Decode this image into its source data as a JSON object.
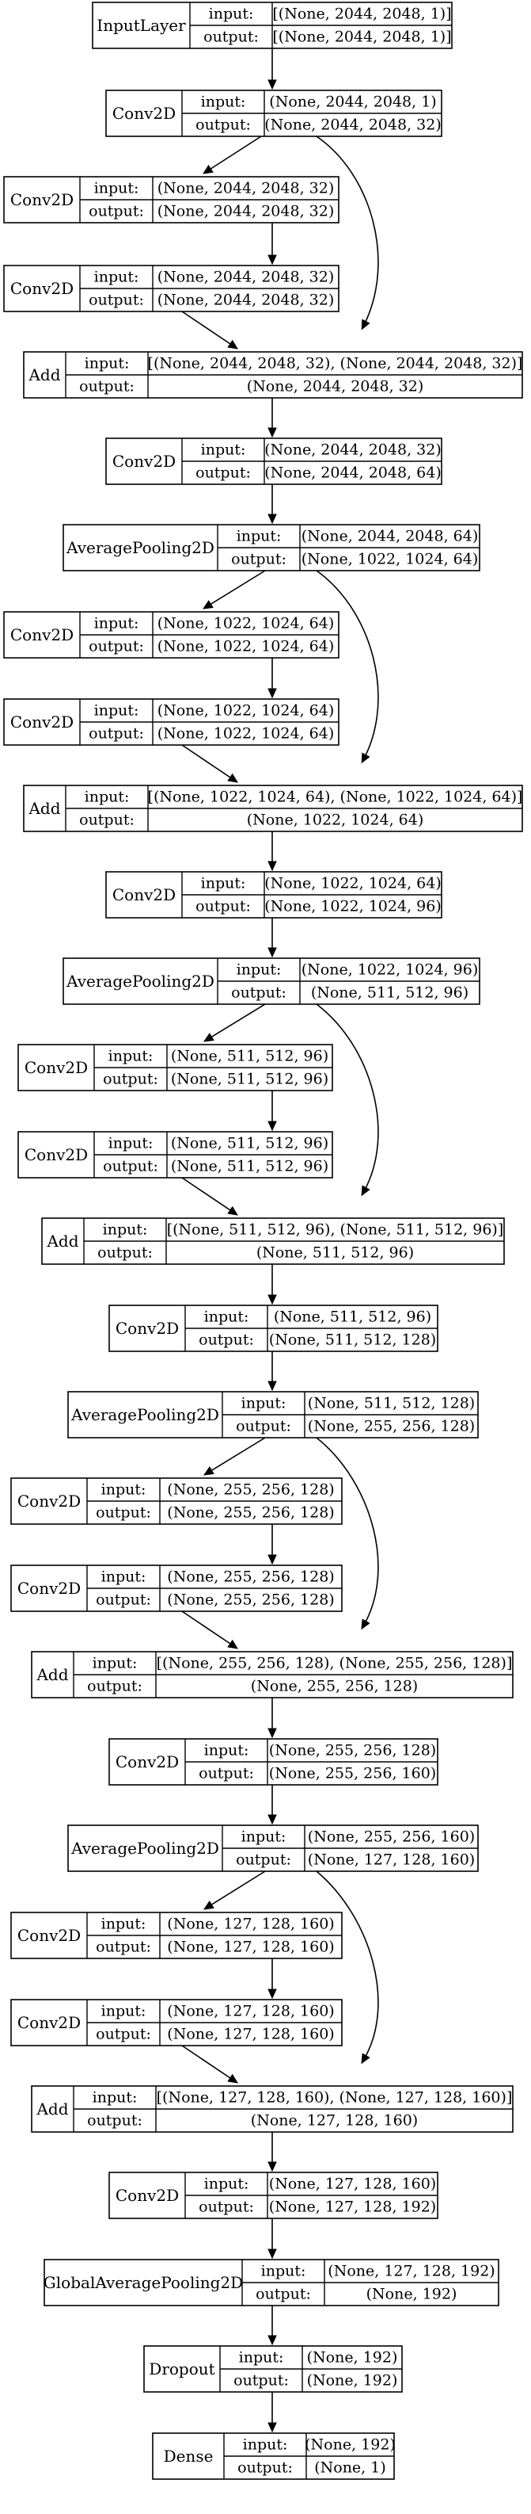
{
  "graph": {
    "input_label": "input:",
    "output_label": "output:",
    "nodes": [
      {
        "id": "input_layer",
        "name": "InputLayer",
        "input": "[(None, 2044, 2048, 1)]",
        "output": "[(None, 2044, 2048, 1)]"
      },
      {
        "id": "conv2d_1",
        "name": "Conv2D",
        "input": "(None, 2044, 2048, 1)",
        "output": "(None, 2044, 2048, 32)"
      },
      {
        "id": "conv2d_2",
        "name": "Conv2D",
        "input": "(None, 2044, 2048, 32)",
        "output": "(None, 2044, 2048, 32)"
      },
      {
        "id": "conv2d_3",
        "name": "Conv2D",
        "input": "(None, 2044, 2048, 32)",
        "output": "(None, 2044, 2048, 32)"
      },
      {
        "id": "add_1",
        "name": "Add",
        "input": "[(None, 2044, 2048, 32), (None, 2044, 2048, 32)]",
        "output": "(None, 2044, 2048, 32)"
      },
      {
        "id": "conv2d_4",
        "name": "Conv2D",
        "input": "(None, 2044, 2048, 32)",
        "output": "(None, 2044, 2048, 64)"
      },
      {
        "id": "avgpool_1",
        "name": "AveragePooling2D",
        "input": "(None, 2044, 2048, 64)",
        "output": "(None, 1022, 1024, 64)"
      },
      {
        "id": "conv2d_5",
        "name": "Conv2D",
        "input": "(None, 1022, 1024, 64)",
        "output": "(None, 1022, 1024, 64)"
      },
      {
        "id": "conv2d_6",
        "name": "Conv2D",
        "input": "(None, 1022, 1024, 64)",
        "output": "(None, 1022, 1024, 64)"
      },
      {
        "id": "add_2",
        "name": "Add",
        "input": "[(None, 1022, 1024, 64), (None, 1022, 1024, 64)]",
        "output": "(None, 1022, 1024, 64)"
      },
      {
        "id": "conv2d_7",
        "name": "Conv2D",
        "input": "(None, 1022, 1024, 64)",
        "output": "(None, 1022, 1024, 96)"
      },
      {
        "id": "avgpool_2",
        "name": "AveragePooling2D",
        "input": "(None, 1022, 1024, 96)",
        "output": "(None, 511, 512, 96)"
      },
      {
        "id": "conv2d_8",
        "name": "Conv2D",
        "input": "(None, 511, 512, 96)",
        "output": "(None, 511, 512, 96)"
      },
      {
        "id": "conv2d_9",
        "name": "Conv2D",
        "input": "(None, 511, 512, 96)",
        "output": "(None, 511, 512, 96)"
      },
      {
        "id": "add_3",
        "name": "Add",
        "input": "[(None, 511, 512, 96), (None, 511, 512, 96)]",
        "output": "(None, 511, 512, 96)"
      },
      {
        "id": "conv2d_10",
        "name": "Conv2D",
        "input": "(None, 511, 512, 96)",
        "output": "(None, 511, 512, 128)"
      },
      {
        "id": "avgpool_3",
        "name": "AveragePooling2D",
        "input": "(None, 511, 512, 128)",
        "output": "(None, 255, 256, 128)"
      },
      {
        "id": "conv2d_11",
        "name": "Conv2D",
        "input": "(None, 255, 256, 128)",
        "output": "(None, 255, 256, 128)"
      },
      {
        "id": "conv2d_12",
        "name": "Conv2D",
        "input": "(None, 255, 256, 128)",
        "output": "(None, 255, 256, 128)"
      },
      {
        "id": "add_4",
        "name": "Add",
        "input": "[(None, 255, 256, 128), (None, 255, 256, 128)]",
        "output": "(None, 255, 256, 128)"
      },
      {
        "id": "conv2d_13",
        "name": "Conv2D",
        "input": "(None, 255, 256, 128)",
        "output": "(None, 255, 256, 160)"
      },
      {
        "id": "avgpool_4",
        "name": "AveragePooling2D",
        "input": "(None, 255, 256, 160)",
        "output": "(None, 127, 128, 160)"
      },
      {
        "id": "conv2d_14",
        "name": "Conv2D",
        "input": "(None, 127, 128, 160)",
        "output": "(None, 127, 128, 160)"
      },
      {
        "id": "conv2d_15",
        "name": "Conv2D",
        "input": "(None, 127, 128, 160)",
        "output": "(None, 127, 128, 160)"
      },
      {
        "id": "add_5",
        "name": "Add",
        "input": "[(None, 127, 128, 160), (None, 127, 128, 160)]",
        "output": "(None, 127, 128, 160)"
      },
      {
        "id": "conv2d_16",
        "name": "Conv2D",
        "input": "(None, 127, 128, 160)",
        "output": "(None, 127, 128, 192)"
      },
      {
        "id": "gap",
        "name": "GlobalAveragePooling2D",
        "input": "(None, 127, 128, 192)",
        "output": "(None, 192)"
      },
      {
        "id": "dropout",
        "name": "Dropout",
        "input": "(None, 192)",
        "output": "(None, 192)"
      },
      {
        "id": "dense",
        "name": "Dense",
        "input": "(None, 192)",
        "output": "(None, 1)"
      }
    ],
    "edges": [
      [
        "input_layer",
        "conv2d_1"
      ],
      [
        "conv2d_1",
        "conv2d_2"
      ],
      [
        "conv2d_2",
        "conv2d_3"
      ],
      [
        "conv2d_3",
        "add_1"
      ],
      [
        "conv2d_1",
        "add_1"
      ],
      [
        "add_1",
        "conv2d_4"
      ],
      [
        "conv2d_4",
        "avgpool_1"
      ],
      [
        "avgpool_1",
        "conv2d_5"
      ],
      [
        "conv2d_5",
        "conv2d_6"
      ],
      [
        "conv2d_6",
        "add_2"
      ],
      [
        "avgpool_1",
        "add_2"
      ],
      [
        "add_2",
        "conv2d_7"
      ],
      [
        "conv2d_7",
        "avgpool_2"
      ],
      [
        "avgpool_2",
        "conv2d_8"
      ],
      [
        "conv2d_8",
        "conv2d_9"
      ],
      [
        "conv2d_9",
        "add_3"
      ],
      [
        "avgpool_2",
        "add_3"
      ],
      [
        "add_3",
        "conv2d_10"
      ],
      [
        "conv2d_10",
        "avgpool_3"
      ],
      [
        "avgpool_3",
        "conv2d_11"
      ],
      [
        "conv2d_11",
        "conv2d_12"
      ],
      [
        "conv2d_12",
        "add_4"
      ],
      [
        "avgpool_3",
        "add_4"
      ],
      [
        "add_4",
        "conv2d_13"
      ],
      [
        "conv2d_13",
        "avgpool_4"
      ],
      [
        "avgpool_4",
        "conv2d_14"
      ],
      [
        "conv2d_14",
        "conv2d_15"
      ],
      [
        "conv2d_15",
        "add_5"
      ],
      [
        "avgpool_4",
        "add_5"
      ],
      [
        "add_5",
        "conv2d_16"
      ],
      [
        "conv2d_16",
        "gap"
      ],
      [
        "gap",
        "dropout"
      ],
      [
        "dropout",
        "dense"
      ]
    ]
  }
}
